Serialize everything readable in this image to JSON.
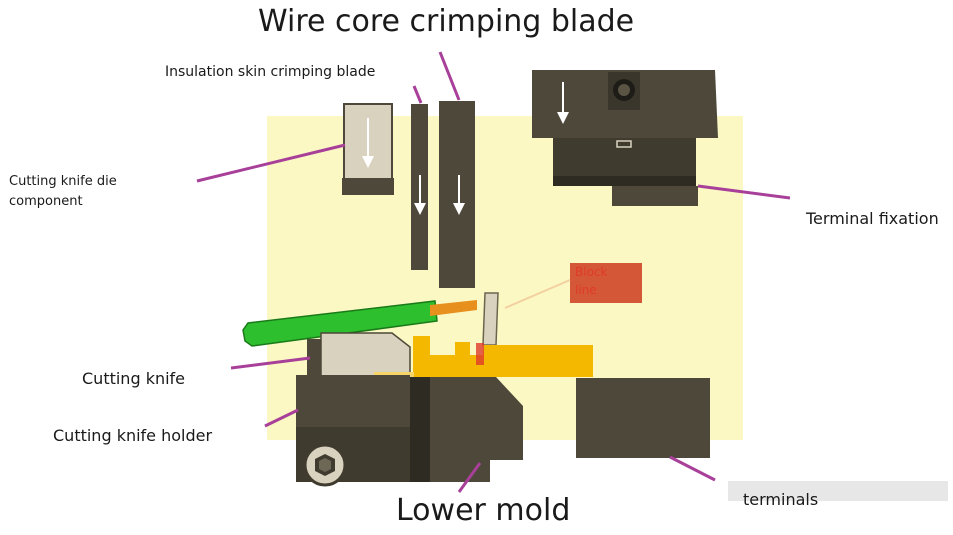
{
  "labels": {
    "wire_core_crimping_blade": "Wire core crimping blade",
    "insulation_skin_crimping_blade": "Insulation skin crimping blade",
    "cutting_knife_die_component": "Cutting knife die component",
    "terminal_fixation": "Terminal fixation",
    "block_line": "Block line",
    "cutting_knife": "Cutting knife",
    "cutting_knife_holder": "Cutting knife holder",
    "lower_mold": "Lower mold",
    "terminals": "terminals"
  },
  "colors": {
    "background_panel": "#fbf8c3",
    "dark_part": "#4d4839",
    "light_part": "#d9d2bf",
    "green_wire": "#2dbf2d",
    "orange_core": "#e8901e",
    "yellow_terminal": "#f5b800",
    "leader_line": "#a8409a",
    "block_line_box": "#cc3c1e",
    "block_line_text": "#e03a2a"
  }
}
